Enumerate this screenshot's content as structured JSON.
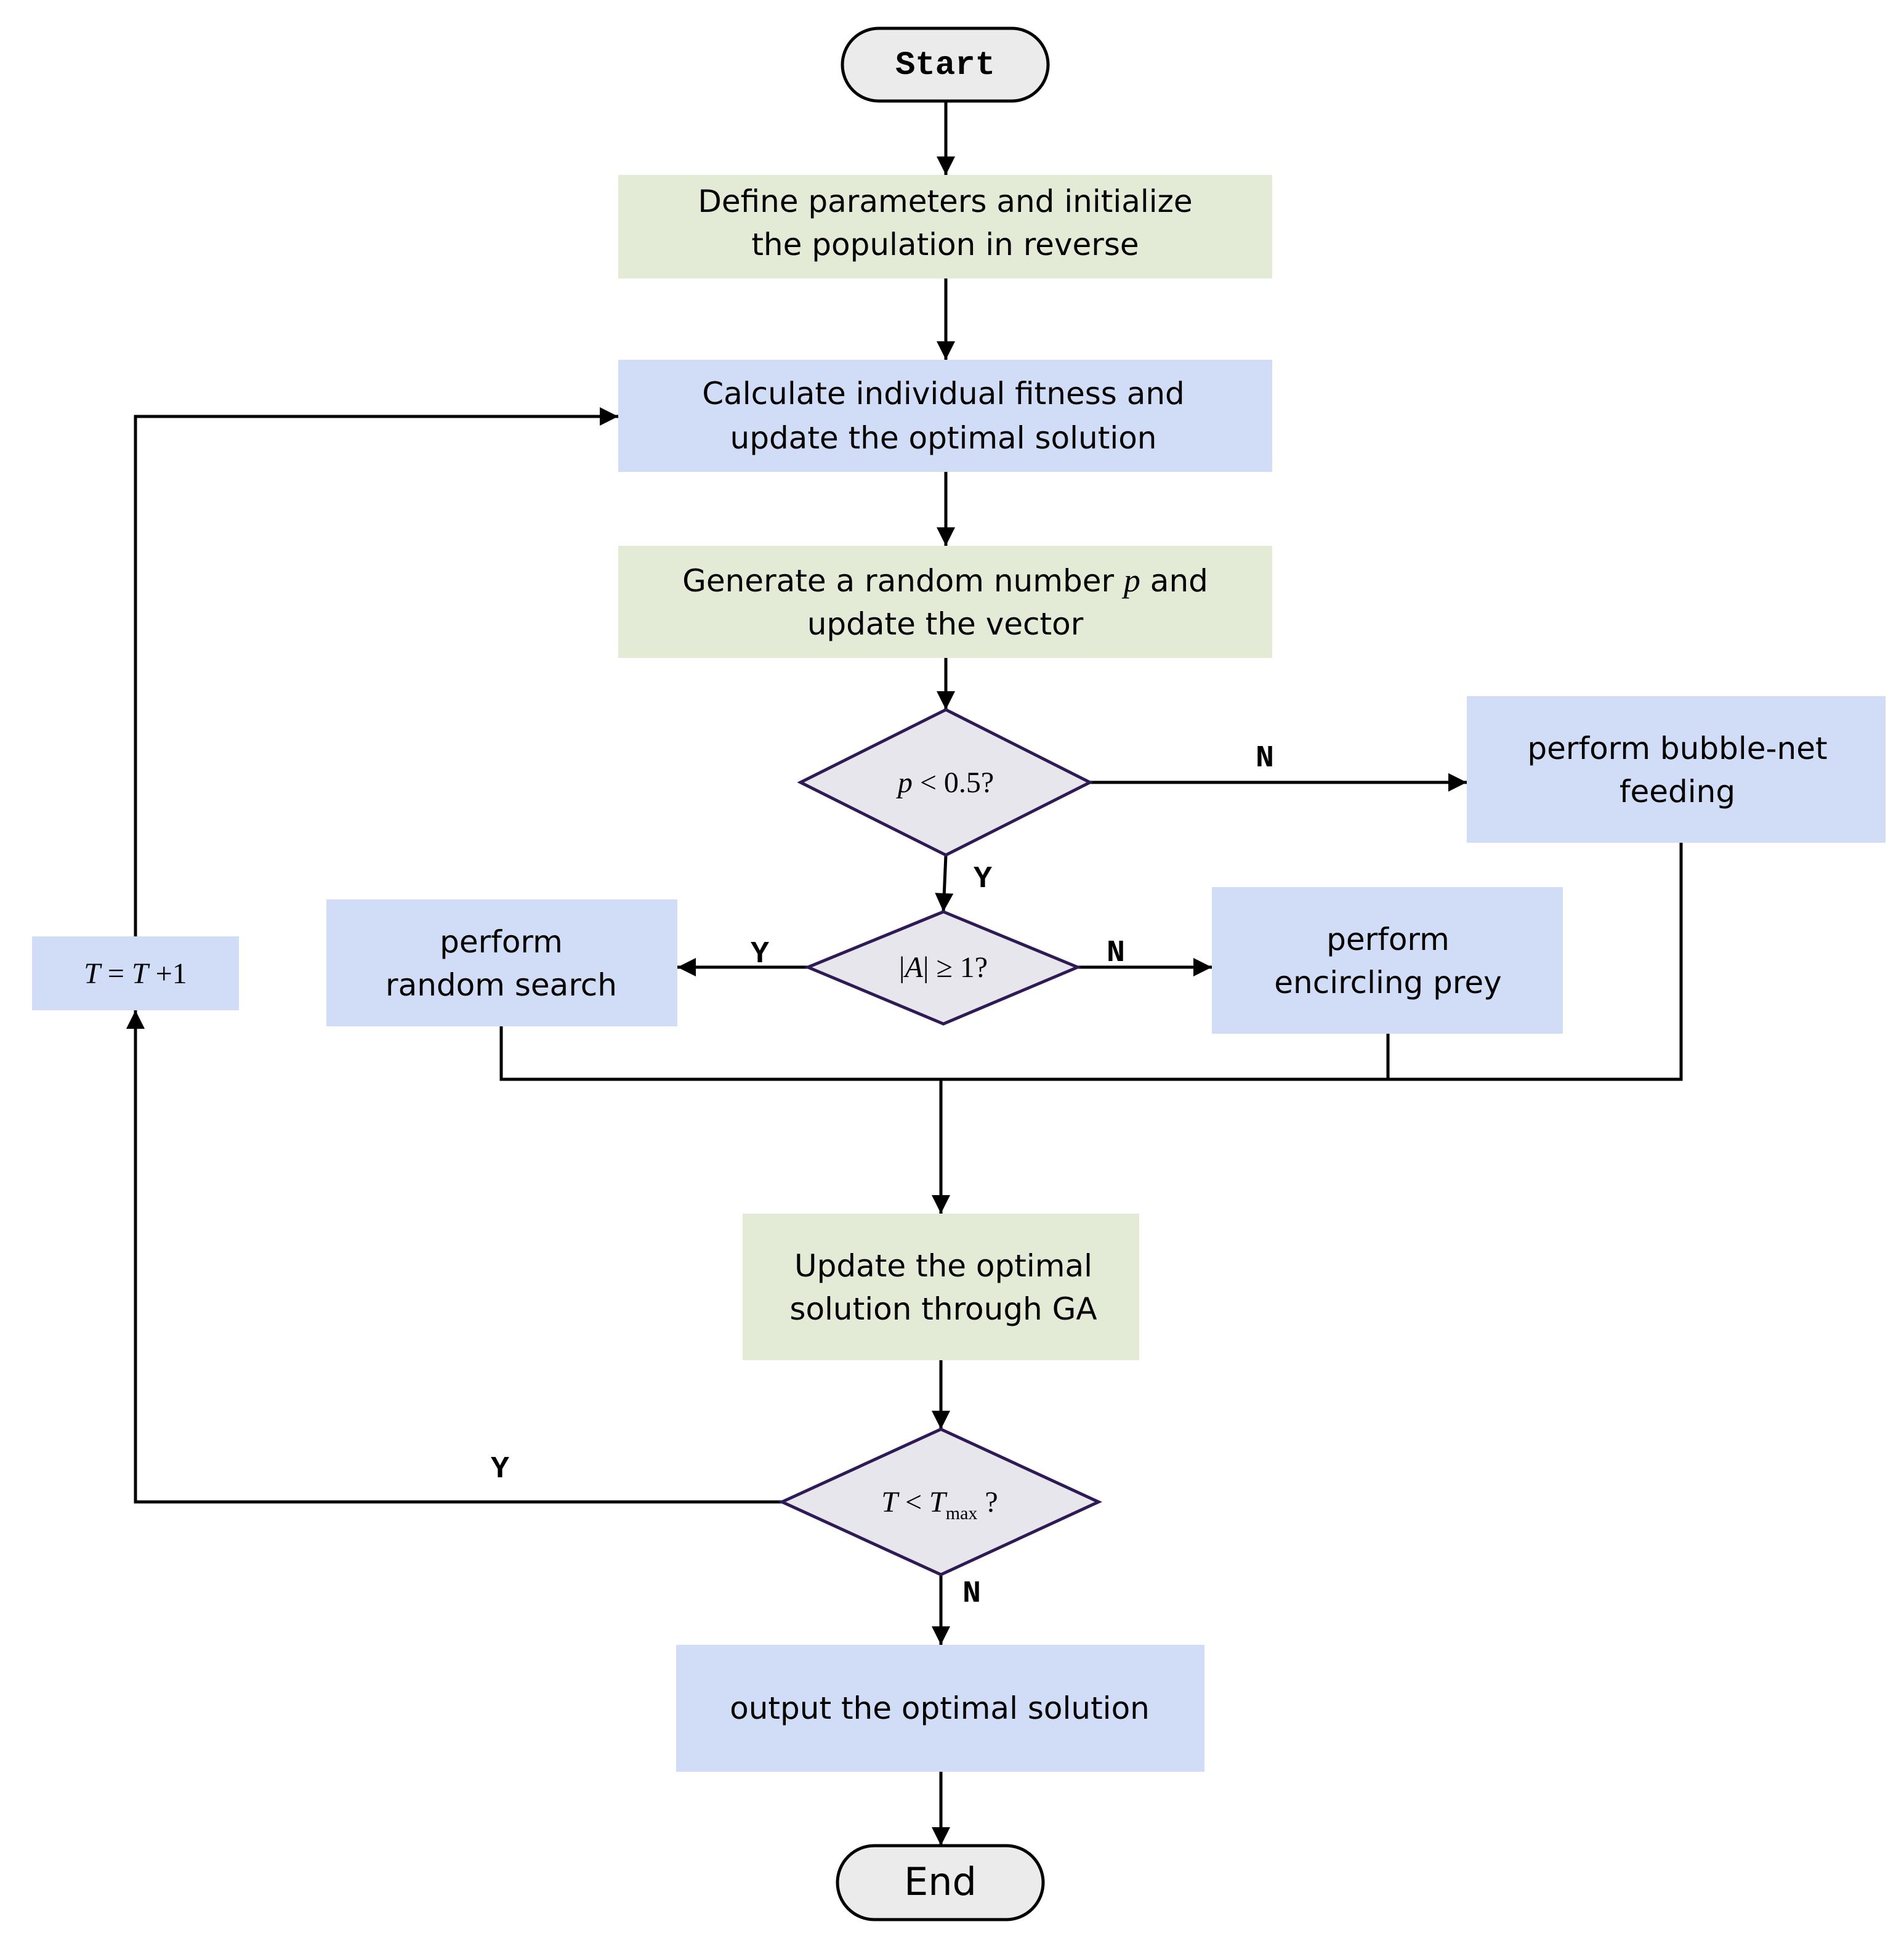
{
  "colors": {
    "green_fill": "#e3ebd6",
    "blue_fill": "#d1ddf6",
    "terminal_fill": "#ebebeb",
    "decision_fill": "#e6e6ec",
    "decision_stroke": "#2e1a55",
    "line": "#000000"
  },
  "nodes": {
    "start": "Start",
    "init": {
      "line1": "Define parameters and initialize",
      "line2": "the population in reverse"
    },
    "fitness": {
      "line1": "Calculate individual fitness and",
      "line2": "update the optimal solution"
    },
    "random": {
      "line1a": "Generate a random number ",
      "line1var": "p",
      "line1b": " and",
      "line2": "update the vector"
    },
    "decision_p": {
      "var": "p",
      "rest": " < 0.5?"
    },
    "bubble": {
      "line1": "perform bubble-net",
      "line2": "feeding"
    },
    "decision_a": {
      "bar1": "|",
      "var": "A",
      "bar2": "|",
      "rest": " ≥ 1?"
    },
    "search": {
      "line1": "perform",
      "line2": "random search"
    },
    "encircle": {
      "line1": "perform",
      "line2": "encircling prey"
    },
    "ga": {
      "line1": "Update the optimal",
      "line2": "solution through GA"
    },
    "decision_t": {
      "var": "T",
      "mid": " < ",
      "var2": "T",
      "sub": "max",
      "rest": " ?"
    },
    "iter": {
      "var": "T",
      "mid": " = ",
      "var2": "T",
      "rest": " +1"
    },
    "output": "output the optimal solution",
    "end": "End"
  },
  "labels": {
    "p_no": "N",
    "p_yes": "Y",
    "a_yes": "Y",
    "a_no": "N",
    "t_yes": "Y",
    "t_no": "N"
  }
}
